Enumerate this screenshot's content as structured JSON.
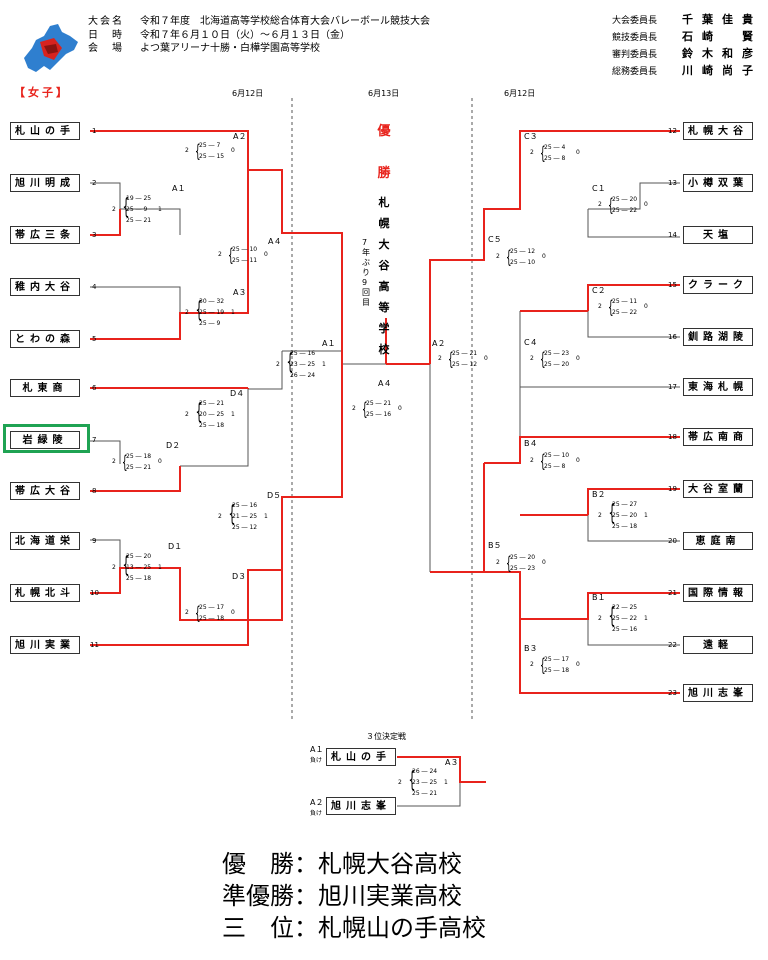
{
  "header": {
    "rows": [
      {
        "key": "大会名",
        "value": "令和７年度　北海道高等学校総合体育大会バレーボール競技大会"
      },
      {
        "key": "日　時",
        "value": "令和７年６月１０日（火）～６月１３日（金）"
      },
      {
        "key": "会　場",
        "value": "よつ葉アリーナ十勝・白樺学園高等学校"
      }
    ],
    "officials": [
      {
        "role": "大会委員長",
        "name": "千葉佳貴"
      },
      {
        "role": "競技委員長",
        "name": "石崎　賢"
      },
      {
        "role": "審判委員長",
        "name": "鈴木和彦"
      },
      {
        "role": "総務委員長",
        "name": "川崎尚子"
      }
    ],
    "division": "【女子】"
  },
  "dates": {
    "left": "6月12日",
    "center": "6月13日",
    "right": "6月12日"
  },
  "teams_left": [
    {
      "no": "1",
      "name": "札山の手"
    },
    {
      "no": "2",
      "name": "旭川明成"
    },
    {
      "no": "3",
      "name": "帯広三条"
    },
    {
      "no": "4",
      "name": "稚内大谷"
    },
    {
      "no": "5",
      "name": "とわの森"
    },
    {
      "no": "6",
      "name": "札東商"
    },
    {
      "no": "7",
      "name": "岩緑陵"
    },
    {
      "no": "8",
      "name": "帯広大谷"
    },
    {
      "no": "9",
      "name": "北海道栄"
    },
    {
      "no": "10",
      "name": "札幌北斗"
    },
    {
      "no": "11",
      "name": "旭川実業"
    }
  ],
  "teams_right": [
    {
      "no": "12",
      "name": "札幌大谷"
    },
    {
      "no": "13",
      "name": "小樽双葉"
    },
    {
      "no": "14",
      "name": "天塩"
    },
    {
      "no": "15",
      "name": "クラーク"
    },
    {
      "no": "16",
      "name": "釧路湖陵"
    },
    {
      "no": "17",
      "name": "東海札幌"
    },
    {
      "no": "18",
      "name": "帯広南商"
    },
    {
      "no": "19",
      "name": "大谷室蘭"
    },
    {
      "no": "20",
      "name": "恵庭南"
    },
    {
      "no": "21",
      "name": "国際情報"
    },
    {
      "no": "22",
      "name": "遠軽"
    },
    {
      "no": "23",
      "name": "旭川志峯"
    }
  ],
  "matches": [
    {
      "label": "A１",
      "sets": [
        "19 ― 25",
        "25 ― 9",
        "25 ― 21"
      ],
      "two": "2",
      "result": "1"
    },
    {
      "label": "A２",
      "sets": [
        "25 ― 7",
        "25 ― 15"
      ],
      "two": "2",
      "result": "0"
    },
    {
      "label": "A３",
      "sets": [
        "30 ― 32",
        "25 ― 19",
        "25 ― 9"
      ],
      "two": "2",
      "result": "1"
    },
    {
      "label": "A４",
      "sets": [
        "25 ― 10",
        "25 ― 11"
      ],
      "two": "2",
      "result": "0"
    },
    {
      "label": "D２",
      "sets": [
        "25 ― 18",
        "25 ― 21"
      ],
      "two": "2",
      "result": "0"
    },
    {
      "label": "D４",
      "sets": [
        "25 ― 21",
        "20 ― 25",
        "25 ― 18"
      ],
      "two": "2",
      "result": "1"
    },
    {
      "label": "D１",
      "sets": [
        "25 ― 20",
        "13 ― 25",
        "25 ― 18"
      ],
      "two": "2",
      "result": "1"
    },
    {
      "label": "D３",
      "sets": [
        "25 ― 17",
        "25 ― 18"
      ],
      "two": "2",
      "result": "0"
    },
    {
      "label": "D５",
      "sets": [
        "25 ― 16",
        "21 ― 25",
        "25 ― 12"
      ],
      "two": "2",
      "result": "1"
    },
    {
      "label": "A１",
      "sets": [
        "25 ― 16",
        "23 ― 25",
        "26 ― 24"
      ],
      "two": "2",
      "result": "1"
    },
    {
      "label": "A４",
      "sets": [
        "25 ― 21",
        "25 ― 16"
      ],
      "two": "2",
      "result": "0"
    },
    {
      "label": "A２",
      "sets": [
        "25 ― 21",
        "25 ― 12"
      ],
      "two": "2",
      "result": "0"
    },
    {
      "label": "C３",
      "sets": [
        "25 ― 4",
        "25 ― 8"
      ],
      "two": "2",
      "result": "0"
    },
    {
      "label": "C１",
      "sets": [
        "25 ― 20",
        "25 ― 22"
      ],
      "two": "2",
      "result": "0"
    },
    {
      "label": "C５",
      "sets": [
        "25 ― 12",
        "25 ― 10"
      ],
      "two": "2",
      "result": "0"
    },
    {
      "label": "C２",
      "sets": [
        "25 ― 11",
        "25 ― 22"
      ],
      "two": "2",
      "result": "0"
    },
    {
      "label": "C４",
      "sets": [
        "25 ― 23",
        "25 ― 20"
      ],
      "two": "2",
      "result": "0"
    },
    {
      "label": "B４",
      "sets": [
        "25 ― 10",
        "25 ― 8"
      ],
      "two": "2",
      "result": "0"
    },
    {
      "label": "B２",
      "sets": [
        "25 ― 27",
        "25 ― 20",
        "25 ― 18"
      ],
      "two": "2",
      "result": "1"
    },
    {
      "label": "B５",
      "sets": [
        "25 ― 20",
        "25 ― 23"
      ],
      "two": "2",
      "result": "0"
    },
    {
      "label": "B１",
      "sets": [
        "22 ― 25",
        "25 ― 22",
        "25 ― 16"
      ],
      "two": "2",
      "result": "1"
    },
    {
      "label": "B３",
      "sets": [
        "25 ― 17",
        "25 ― 18"
      ],
      "two": "2",
      "result": "0"
    },
    {
      "label": "A３",
      "sets": [
        "26 ― 24",
        "23 ― 25",
        "25 ― 21"
      ],
      "two": "2",
      "result": "1"
    }
  ],
  "champion": {
    "label": "優勝",
    "team": "札幌大谷高等学校",
    "note": "7年ぶり9回目"
  },
  "third_place": {
    "title": "３位決定戦",
    "team1": {
      "from": "A１",
      "tag": "負け",
      "name": "札山の手"
    },
    "team2": {
      "from": "A２",
      "tag": "負け",
      "name": "旭川志峯"
    }
  },
  "results": [
    {
      "label": "優　勝",
      "value": "札幌大谷高校"
    },
    {
      "label": "準優勝",
      "value": "旭川実業高校"
    },
    {
      "label": "三　位",
      "value": "札幌山の手高校"
    }
  ],
  "colors": {
    "win": "#e8231c",
    "line": "#555555",
    "highlight": "#1fa353",
    "map": "#d8231f"
  }
}
